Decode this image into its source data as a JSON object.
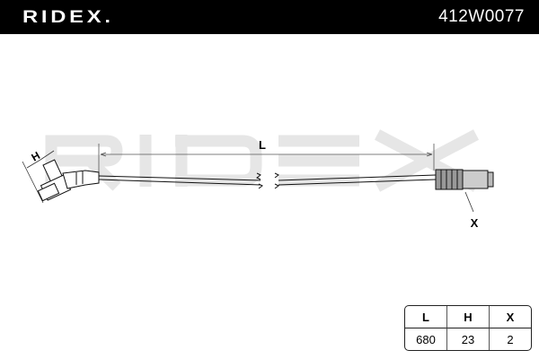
{
  "header": {
    "brand": "RIDEX.",
    "part_number": "412W0077"
  },
  "diagram": {
    "label_length": "L",
    "label_height": "H",
    "label_connector": "X",
    "watermark": "RIDEX"
  },
  "dimensions_table": {
    "headers": [
      "L",
      "H",
      "X"
    ],
    "values": [
      "680",
      "23",
      "2"
    ]
  }
}
